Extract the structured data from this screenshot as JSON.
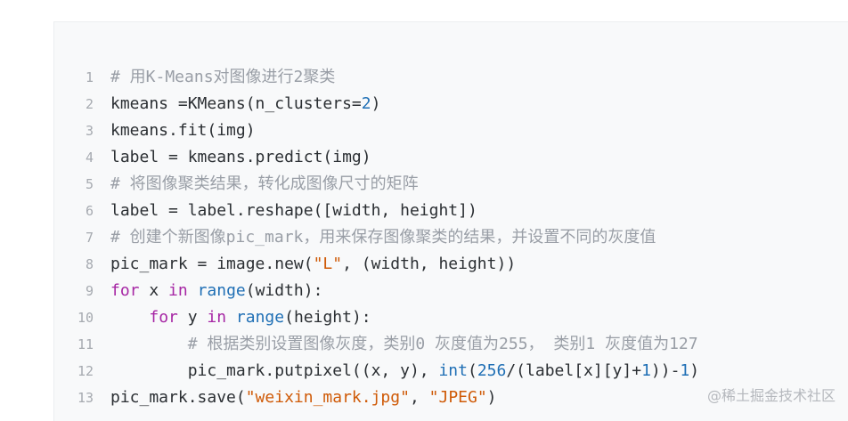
{
  "watermark": "@稀土掘金技术社区",
  "code": {
    "lines": [
      {
        "n": "1",
        "tokens": [
          {
            "t": "# 用K-Means对图像进行2聚类",
            "c": "comment"
          }
        ]
      },
      {
        "n": "2",
        "tokens": [
          {
            "t": "kmeans =KMeans(n_clusters=",
            "c": "plain"
          },
          {
            "t": "2",
            "c": "num"
          },
          {
            "t": ")",
            "c": "plain"
          }
        ]
      },
      {
        "n": "3",
        "tokens": [
          {
            "t": "kmeans.fit(img)",
            "c": "plain"
          }
        ]
      },
      {
        "n": "4",
        "tokens": [
          {
            "t": "label = kmeans.predict(img)",
            "c": "plain"
          }
        ]
      },
      {
        "n": "5",
        "tokens": [
          {
            "t": "# 将图像聚类结果，转化成图像尺寸的矩阵",
            "c": "comment"
          }
        ]
      },
      {
        "n": "6",
        "tokens": [
          {
            "t": "label = label.reshape([width, height])",
            "c": "plain"
          }
        ]
      },
      {
        "n": "7",
        "tokens": [
          {
            "t": "# 创建个新图像pic_mark，用来保存图像聚类的结果，并设置不同的灰度值",
            "c": "comment"
          }
        ]
      },
      {
        "n": "8",
        "tokens": [
          {
            "t": "pic_mark = image.new(",
            "c": "plain"
          },
          {
            "t": "\"L\"",
            "c": "str"
          },
          {
            "t": ", (width, height))",
            "c": "plain"
          }
        ]
      },
      {
        "n": "9",
        "tokens": [
          {
            "t": "for",
            "c": "kw"
          },
          {
            "t": " x ",
            "c": "plain"
          },
          {
            "t": "in",
            "c": "kw"
          },
          {
            "t": " ",
            "c": "plain"
          },
          {
            "t": "range",
            "c": "builtin"
          },
          {
            "t": "(width):",
            "c": "plain"
          }
        ]
      },
      {
        "n": "10",
        "tokens": [
          {
            "t": "    ",
            "c": "plain"
          },
          {
            "t": "for",
            "c": "kw"
          },
          {
            "t": " y ",
            "c": "plain"
          },
          {
            "t": "in",
            "c": "kw"
          },
          {
            "t": " ",
            "c": "plain"
          },
          {
            "t": "range",
            "c": "builtin"
          },
          {
            "t": "(height):",
            "c": "plain"
          }
        ]
      },
      {
        "n": "11",
        "tokens": [
          {
            "t": "        ",
            "c": "plain"
          },
          {
            "t": "# 根据类别设置图像灰度，类别0 灰度值为255， 类别1 灰度值为127",
            "c": "comment"
          }
        ]
      },
      {
        "n": "12",
        "tokens": [
          {
            "t": "        pic_mark.putpixel((x, y), ",
            "c": "plain"
          },
          {
            "t": "int",
            "c": "builtin"
          },
          {
            "t": "(",
            "c": "plain"
          },
          {
            "t": "256",
            "c": "num"
          },
          {
            "t": "/(label[x][y]+",
            "c": "plain"
          },
          {
            "t": "1",
            "c": "num"
          },
          {
            "t": "))-",
            "c": "plain"
          },
          {
            "t": "1",
            "c": "num"
          },
          {
            "t": ")",
            "c": "plain"
          }
        ]
      },
      {
        "n": "13",
        "tokens": [
          {
            "t": "pic_mark.save(",
            "c": "plain"
          },
          {
            "t": "\"weixin_mark.jpg\"",
            "c": "str"
          },
          {
            "t": ", ",
            "c": "plain"
          },
          {
            "t": "\"JPEG\"",
            "c": "str"
          },
          {
            "t": ")",
            "c": "plain"
          }
        ]
      }
    ]
  }
}
